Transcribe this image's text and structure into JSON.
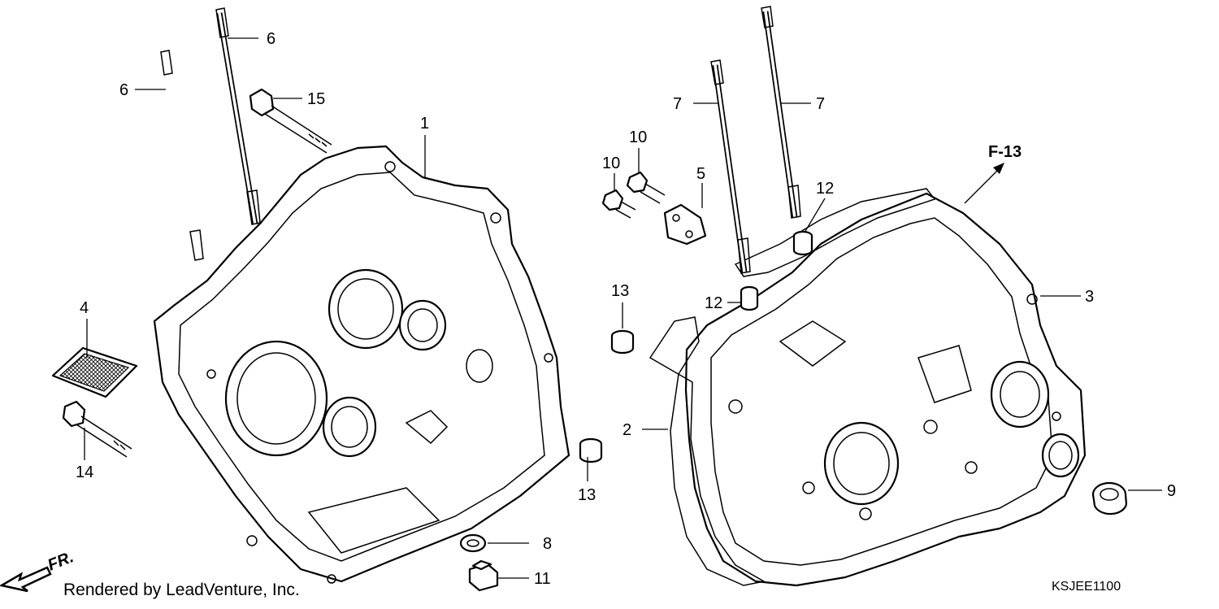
{
  "callouts": {
    "c1": "1",
    "c2": "2",
    "c3": "3",
    "c4": "4",
    "c5": "5",
    "c6a": "6",
    "c6b": "6",
    "c7a": "7",
    "c7b": "7",
    "c8": "8",
    "c9": "9",
    "c10a": "10",
    "c10b": "10",
    "c11": "11",
    "c12a": "12",
    "c12b": "12",
    "c13a": "13",
    "c13b": "13",
    "c14": "14",
    "c15": "15"
  },
  "reference": "F-13",
  "direction_label": "FR.",
  "diagram_code": "KSJEE1100",
  "footer_text": "Rendered by LeadVenture, Inc."
}
